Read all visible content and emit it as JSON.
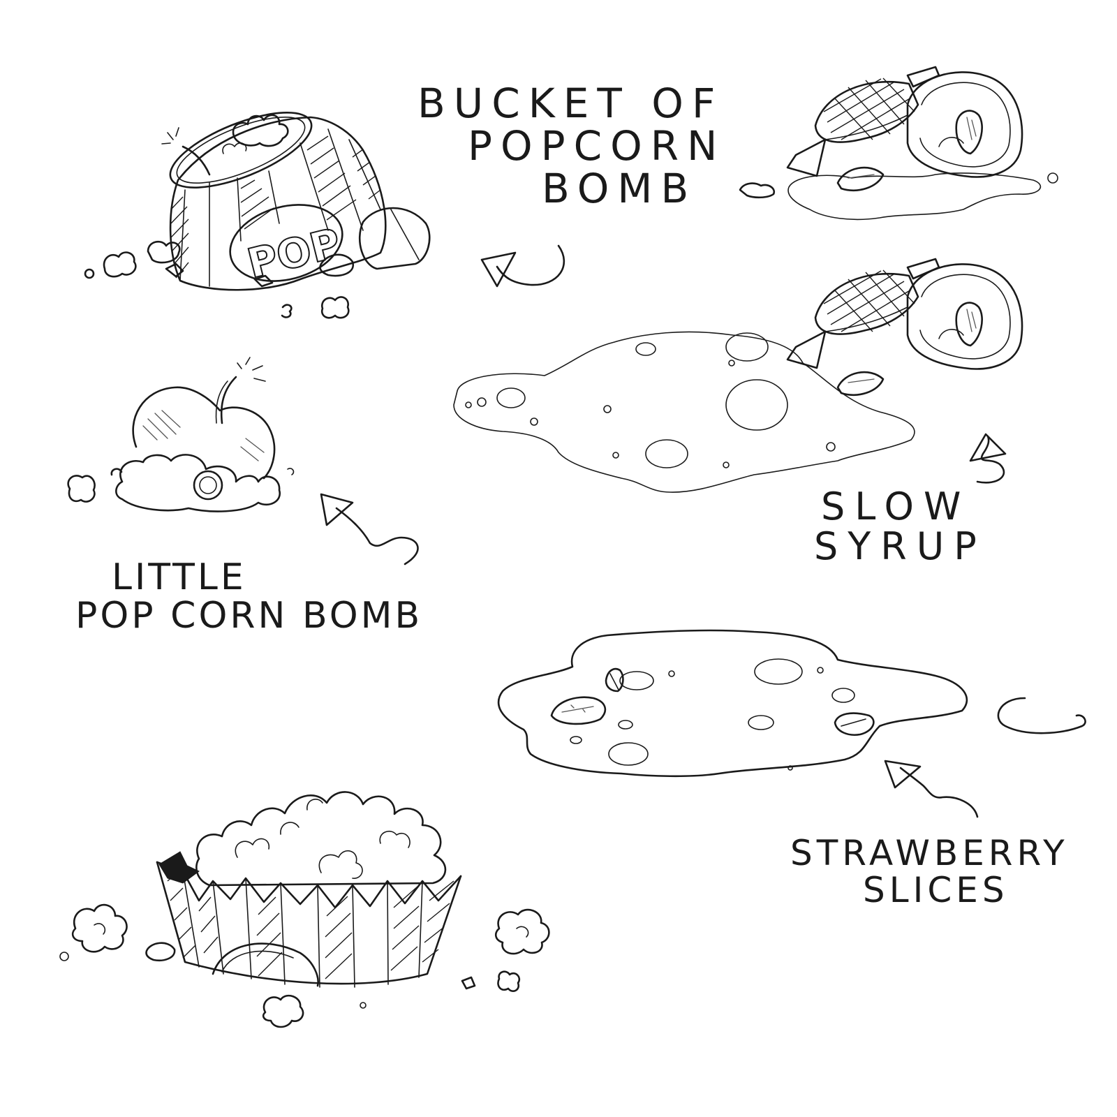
{
  "labels": {
    "bucket_of_popcorn_bomb": [
      "BUCKET OF",
      "POPCORN",
      "BOMB"
    ],
    "little_popcorn_bomb": [
      "LITTLE",
      "POP CORN BOMB"
    ],
    "slow_syrup": [
      "SLOW",
      "SYRUP"
    ],
    "strawberry_slices": [
      "STRAWBERRY",
      "SLICES"
    ]
  },
  "bucket_text": "POP",
  "style": {
    "ink_color": "#1a1a1a",
    "paper_color": "#ffffff"
  }
}
